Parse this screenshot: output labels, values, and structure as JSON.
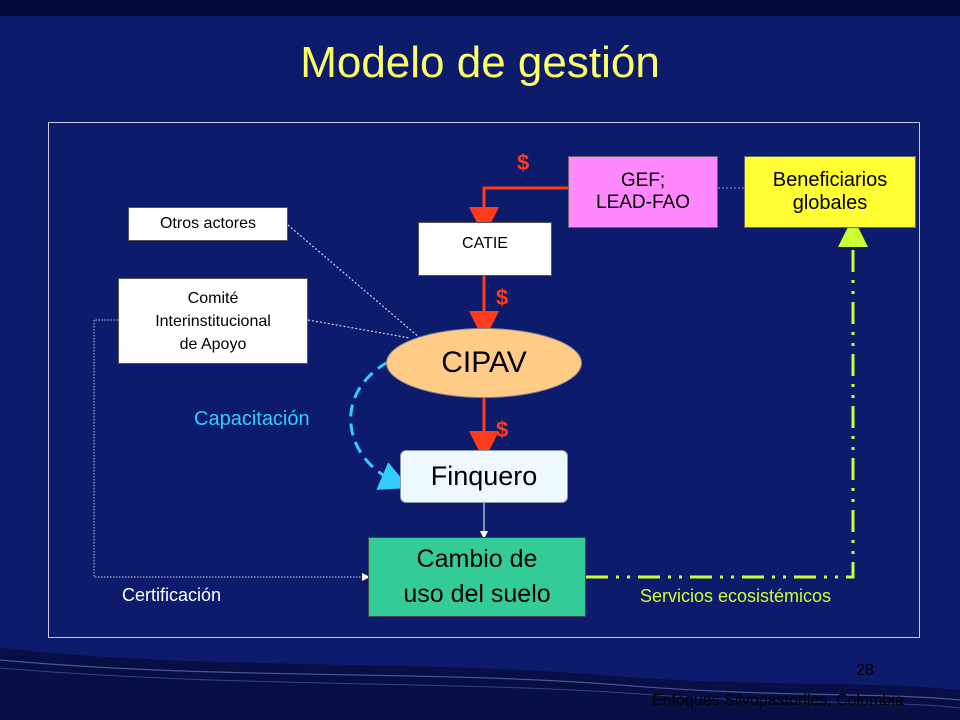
{
  "slide": {
    "title": "Modelo de gestión",
    "page_number": "28",
    "footer": "Enfoques Silvopastoriles, Colombia"
  },
  "diagram": {
    "nodes": {
      "gef": "GEF;\nLEAD-FAO",
      "beneficiarios": "Beneficiarios\nglobales",
      "otros": "Otros actores",
      "catie": "CATIE",
      "comite": "Comité\nInterinstitucional\nde Apoyo",
      "cipav": "CIPAV",
      "finquero": "Finquero",
      "cambio": "Cambio de\nuso del suelo"
    },
    "labels": {
      "dollar1": "$",
      "dollar2": "$",
      "dollar3": "$",
      "capacitacion": "Capacitación",
      "certificacion": "Certificación",
      "servicios": "Servicios ecosistémicos"
    },
    "colors": {
      "background": "#0c1b6b",
      "title": "#ffff66",
      "gef_fill": "#ff88ff",
      "beneficiarios_fill": "#ffff33",
      "cipav_fill": "#ffcc88",
      "finquero_fill": "#eef8ff",
      "cambio_fill": "#33cc99",
      "money_arrow": "#ff3b1e",
      "capacitacion": "#33ccff",
      "servicios": "#ccff33"
    }
  }
}
